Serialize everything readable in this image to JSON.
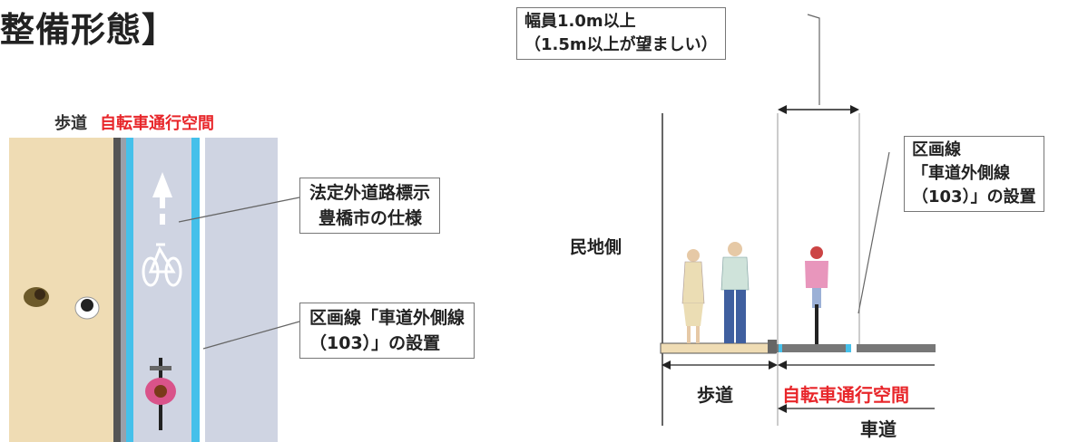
{
  "heading": "整備形態】",
  "plan": {
    "label_sidewalk": "歩道",
    "label_bikeway": "自転車通行空間",
    "callout_marking_lines": [
      "法定外道路標示",
      "豊橋市の仕様"
    ],
    "callout_lane_line_lines": [
      "区画線「車道外側線",
      "（103）」の設置"
    ]
  },
  "section": {
    "width_note_lines": [
      "幅員1.0m以上",
      "（1.5m以上が望ましい）"
    ],
    "lane_line_note_lines": [
      "区画線",
      "「車道外側線",
      "（103）」の設置"
    ],
    "private_side": "民地側",
    "label_sidewalk": "歩道",
    "label_bikeway": "自転車通行空間",
    "label_roadway": "車道"
  },
  "colors": {
    "sidewalk": "#efdcb4",
    "bikeway": "#cfd4e2",
    "blue_line": "#45c0ea",
    "curb": "#555555",
    "accent_red": "#e8262a"
  }
}
